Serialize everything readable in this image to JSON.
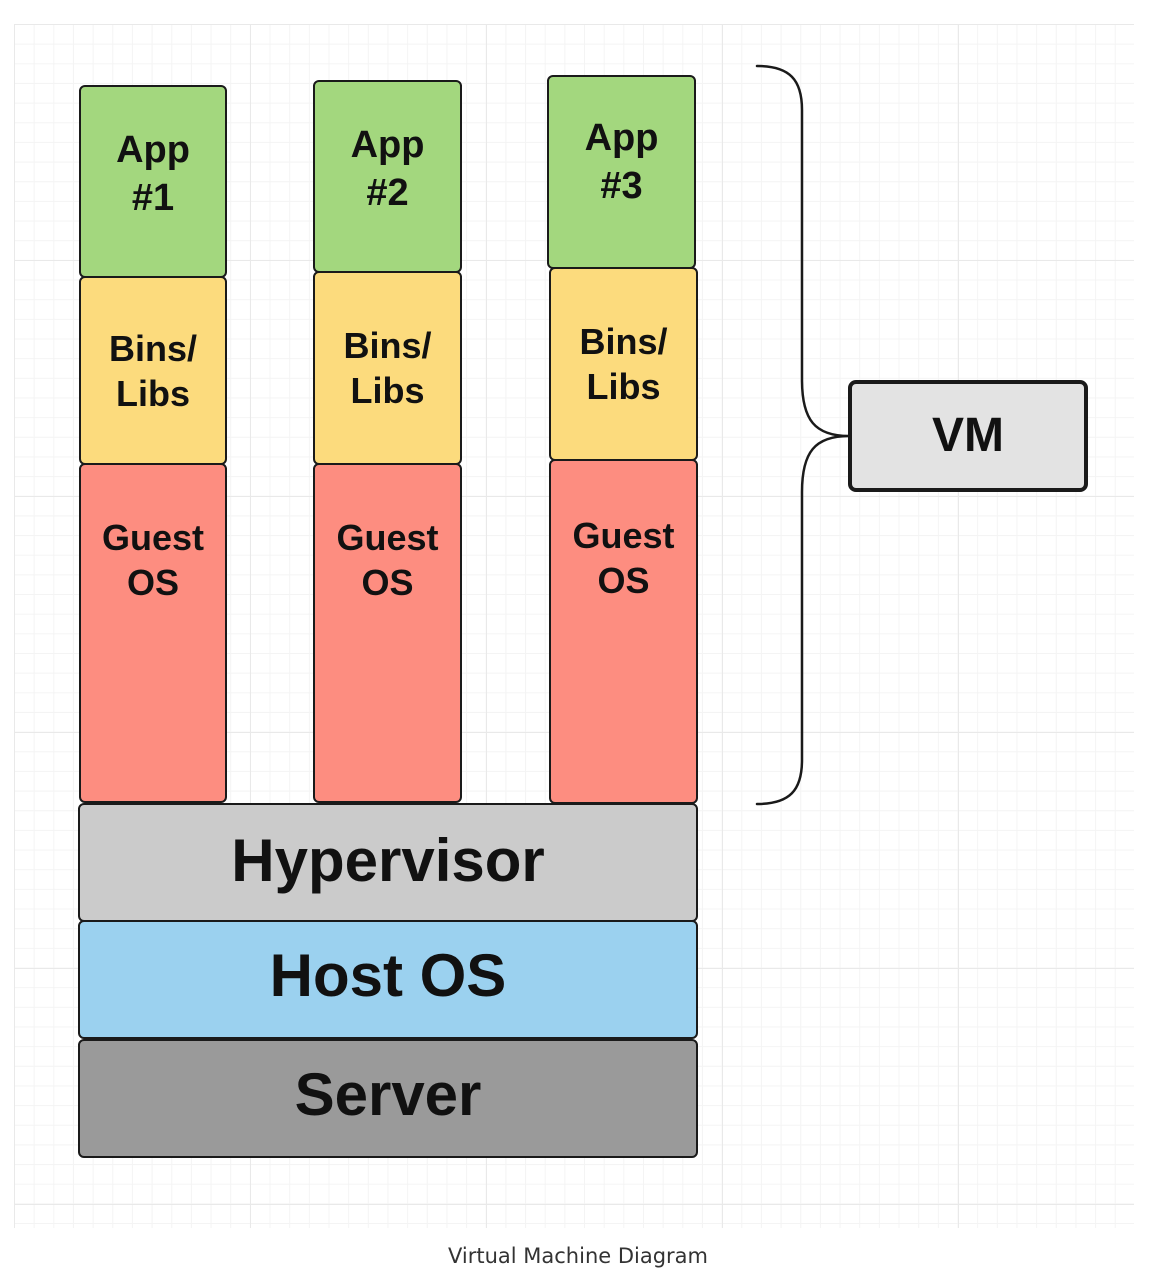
{
  "stacks": [
    {
      "app": "App\n#1",
      "bins": "Bins/\nLibs",
      "os": "Guest\nOS"
    },
    {
      "app": "App\n#2",
      "bins": "Bins/\nLibs",
      "os": "Guest\nOS"
    },
    {
      "app": "App\n#3",
      "bins": "Bins/\nLibs",
      "os": "Guest\nOS"
    }
  ],
  "layers": {
    "hypervisor": "Hypervisor",
    "host_os": "Host OS",
    "server": "Server"
  },
  "vm_label": "VM",
  "caption": "Virtual Machine Diagram",
  "colors": {
    "app": "#a3d77e",
    "bins": "#fcdb7d",
    "guest_os": "#fd8d80",
    "hypervisor": "#cbcbcb",
    "host_os": "#9bd1ef",
    "server": "#9a9a9a",
    "vm": "#e3e3e3"
  }
}
